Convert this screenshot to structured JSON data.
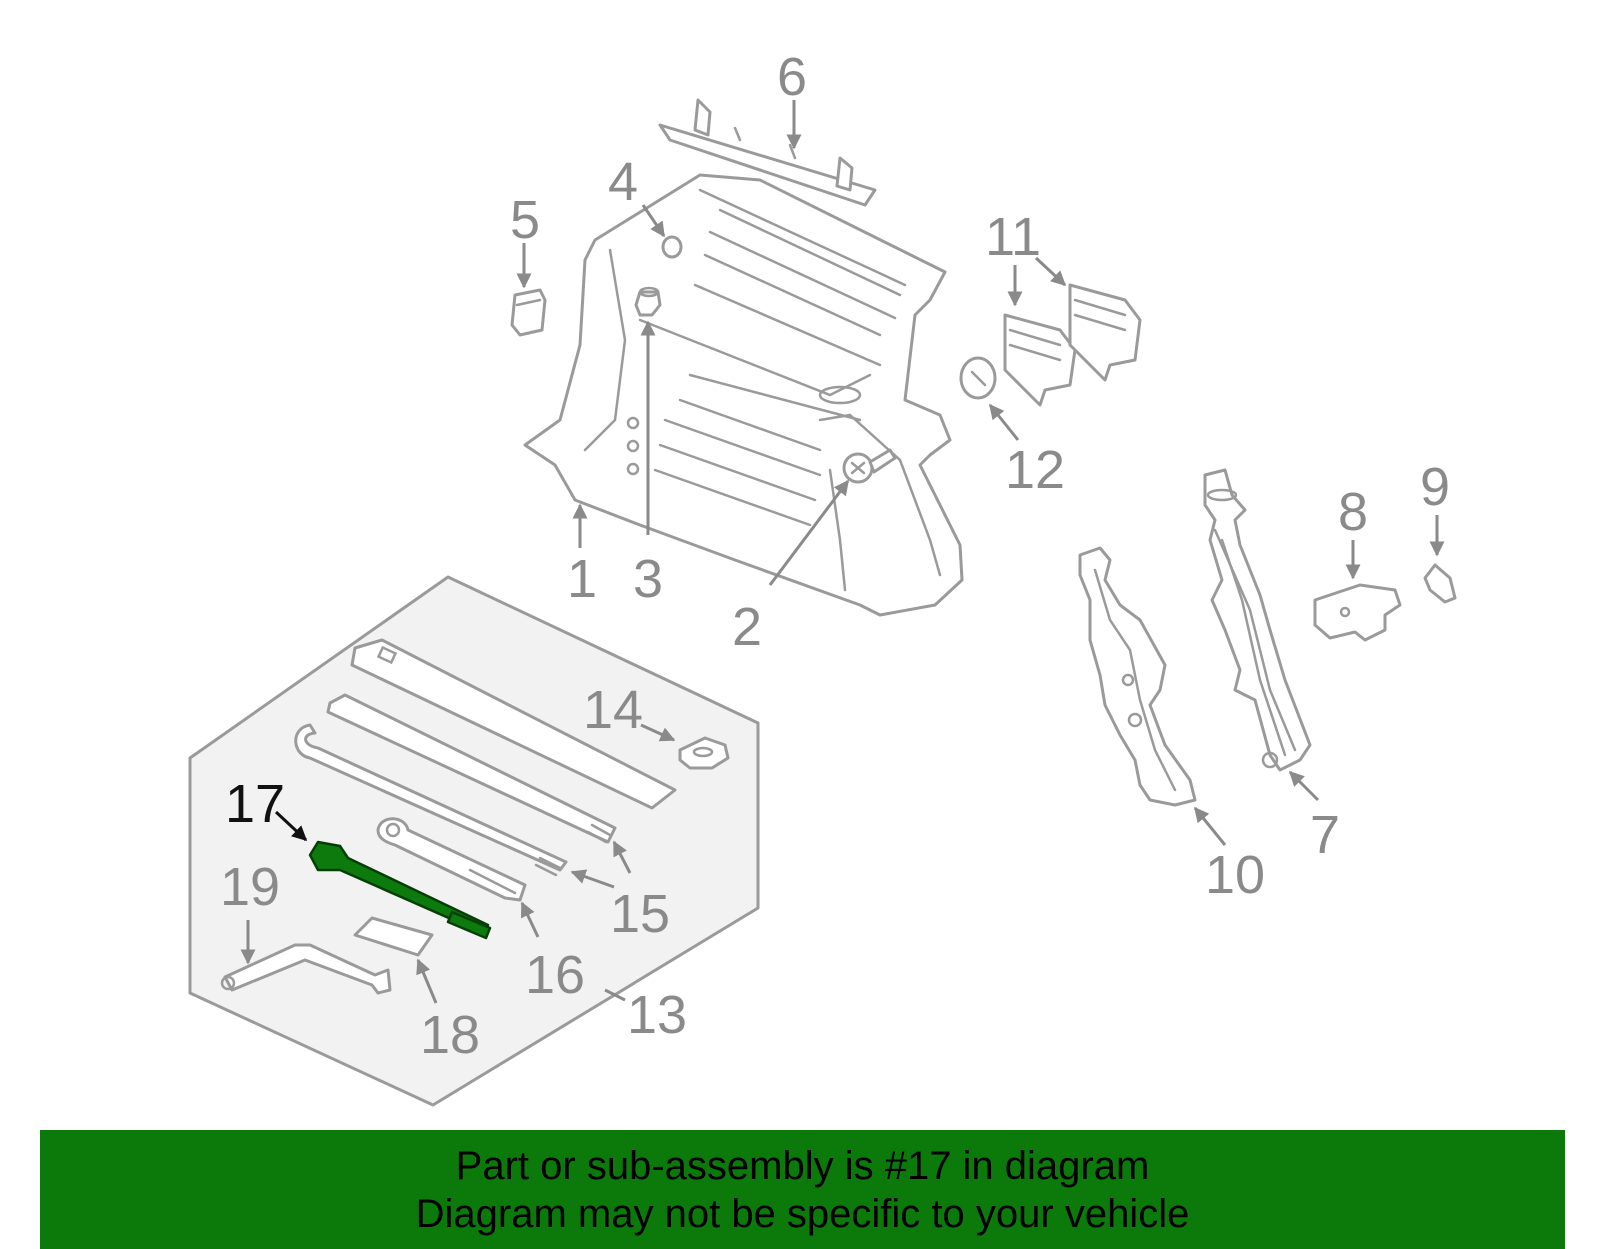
{
  "diagram": {
    "callouts": {
      "c1": "1",
      "c2": "2",
      "c3": "3",
      "c4": "4",
      "c5": "5",
      "c6": "6",
      "c7": "7",
      "c8": "8",
      "c9": "9",
      "c10": "10",
      "c11": "11",
      "c12": "12",
      "c13": "13",
      "c14": "14",
      "c15": "15",
      "c16": "16",
      "c17": "17",
      "c18": "18",
      "c19": "19"
    },
    "highlighted_callout": "17"
  },
  "banner": {
    "line1": "Part or sub-assembly is #17 in diagram",
    "line2": "Diagram may not be specific to your vehicle"
  },
  "colors": {
    "banner": "#0b7a0b",
    "highlight": "#0c7a0c",
    "line_art": "#9a9a9a",
    "callout_text": "#8a8a8a"
  }
}
